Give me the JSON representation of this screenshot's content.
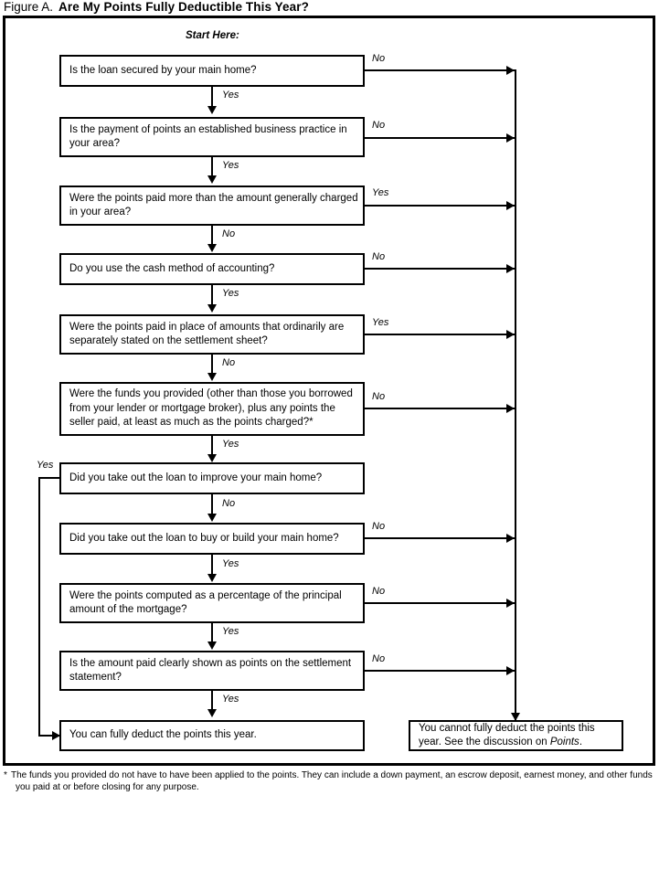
{
  "title": {
    "label": "Figure A.",
    "heading": "Are My Points Fully Deductible This Year?"
  },
  "start_label": "Start Here:",
  "colors": {
    "line": "#000000",
    "background": "#ffffff",
    "text": "#000000"
  },
  "chart_data": {
    "type": "diagram",
    "title": "Are My Points Fully Deductible This Year?",
    "nodes": [
      {
        "id": "q1",
        "text": "Is the loan secured by your main home?",
        "yes": "q2",
        "no": "cannot"
      },
      {
        "id": "q2",
        "text": "Is the payment of points an established business practice in your area?",
        "yes": "q3",
        "no": "cannot"
      },
      {
        "id": "q3",
        "text": "Were the points paid more than the amount generally charged in your area?",
        "yes": "cannot",
        "no": "q4"
      },
      {
        "id": "q4",
        "text": "Do you use the cash method of accounting?",
        "yes": "q5",
        "no": "cannot"
      },
      {
        "id": "q5",
        "text": "Were the points paid in place of amounts that ordinarily are separately stated on the settlement sheet?",
        "yes": "cannot",
        "no": "q6"
      },
      {
        "id": "q6",
        "text": "Were the funds you provided (other than those you borrowed from your lender or mortgage broker), plus any points the seller paid, at least as much as the points charged?*",
        "yes": "q7",
        "no": "cannot"
      },
      {
        "id": "q7",
        "text": "Did you take out the loan to improve your main home?",
        "yes": "can",
        "no": "q8"
      },
      {
        "id": "q8",
        "text": "Did you take out the loan to buy or build your main home?",
        "yes": "q9",
        "no": "cannot"
      },
      {
        "id": "q9",
        "text": "Were the points computed as a percentage of the principal amount of the mortgage?",
        "yes": "q10",
        "no": "cannot"
      },
      {
        "id": "q10",
        "text": "Is the amount paid clearly shown as points on the settlement statement?",
        "yes": "can",
        "no": "cannot"
      },
      {
        "id": "can",
        "text": "You can fully deduct the points this year."
      },
      {
        "id": "cannot",
        "text": "You cannot fully deduct the points this year. See the discussion on Points."
      }
    ]
  },
  "boxes": {
    "q1": {
      "text": "Is the loan secured by your main home?"
    },
    "q2": {
      "line1": "Is the payment of points an established business practice in",
      "line2": "your area?"
    },
    "q3": {
      "line1": "Were the points paid more than the amount generally charged",
      "line2": "in your area?"
    },
    "q4": {
      "text": "Do you use the cash method of accounting?"
    },
    "q5": {
      "line1": "Were the points paid in place of amounts that ordinarily are",
      "line2": "separately stated on the settlement sheet?"
    },
    "q6": {
      "line1": "Were the funds you provided (other than those you borrowed",
      "line2": "from your lender or mortgage broker), plus any points the",
      "line3": "seller paid, at least as much as the points charged?*"
    },
    "q7": {
      "text": "Did you take out the loan to improve your main home?"
    },
    "q8": {
      "text": "Did you take out the loan to buy or build your main home?"
    },
    "q9": {
      "line1": "Were the points computed as a percentage of the principal",
      "line2": "amount of the mortgage?"
    },
    "q10": {
      "line1": "Is the amount paid clearly shown as points on the settlement",
      "line2": "statement?"
    },
    "can": {
      "text": "You can fully deduct the points this year."
    },
    "cannot": {
      "line1": "You cannot fully deduct the points this",
      "line2_a": "year. See the discussion on ",
      "line2_italic": "Points",
      "line2_b": "."
    }
  },
  "edges": {
    "yes": "Yes",
    "no": "No",
    "q1_no": "No",
    "q1_yes": "Yes",
    "q2_no": "No",
    "q2_yes": "Yes",
    "q3_yes": "Yes",
    "q3_no": "No",
    "q4_no": "No",
    "q4_yes": "Yes",
    "q5_yes": "Yes",
    "q5_no": "No",
    "q6_no": "No",
    "q6_yes": "Yes",
    "q7_yes": "Yes",
    "q7_no": "No",
    "q8_no": "No",
    "q8_yes": "Yes",
    "q9_no": "No",
    "q9_yes": "Yes",
    "q10_no": "No",
    "q10_yes": "Yes"
  },
  "footnote": {
    "mark": "*",
    "line1": "The funds you provided do not have to have been applied to the points. They can include a down payment, an escrow deposit, earnest money, and other funds",
    "line2": "you paid at or before closing for any purpose."
  }
}
